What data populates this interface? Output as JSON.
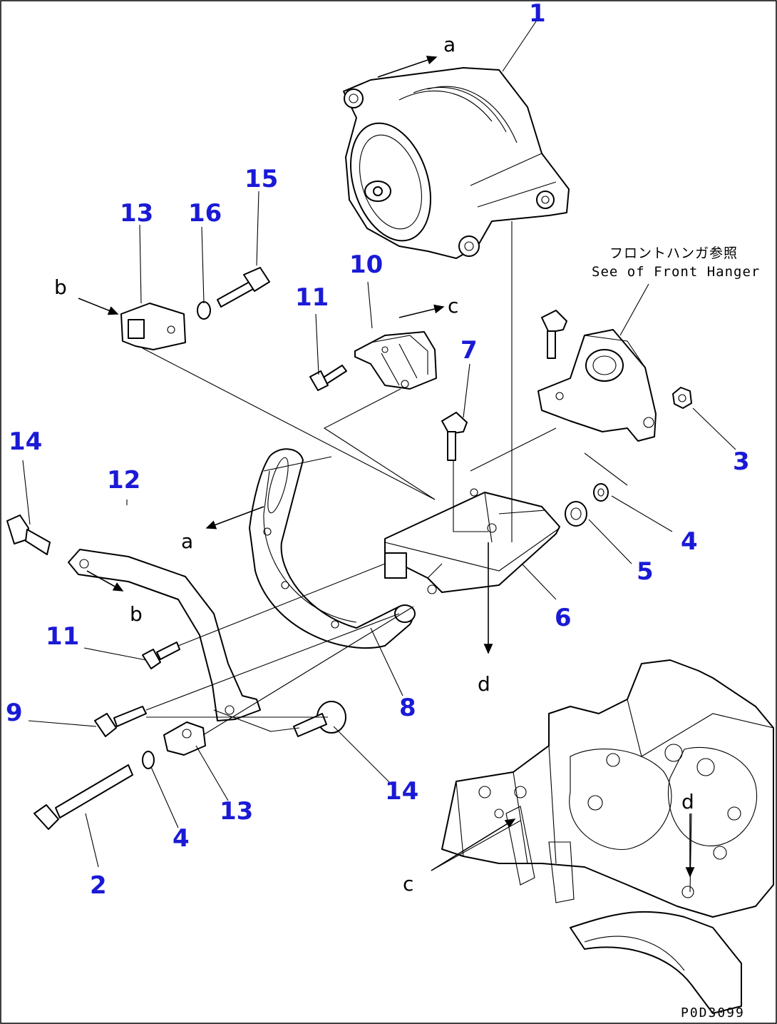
{
  "callouts": {
    "n1": "1",
    "n2": "2",
    "n3": "3",
    "n4a": "4",
    "n4b": "4",
    "n5": "5",
    "n6": "6",
    "n7": "7",
    "n8": "8",
    "n9": "9",
    "n10": "10",
    "n11a": "11",
    "n11b": "11",
    "n12": "12",
    "n13a": "13",
    "n13b": "13",
    "n14a": "14",
    "n14b": "14",
    "n15": "15",
    "n16": "16"
  },
  "letters": {
    "a_top": "a",
    "a_mid": "a",
    "b_top": "b",
    "b_mid": "b",
    "c_top": "c",
    "c_bot": "c",
    "d_mid": "d",
    "d_bot": "d"
  },
  "note": {
    "line1": "フロントハンガ参照",
    "line2": "See of Front Hanger"
  },
  "drawing_code": "P0D3099",
  "colors": {
    "callout": "#1a1ad6",
    "line": "#000000",
    "background": "#ffffff"
  }
}
